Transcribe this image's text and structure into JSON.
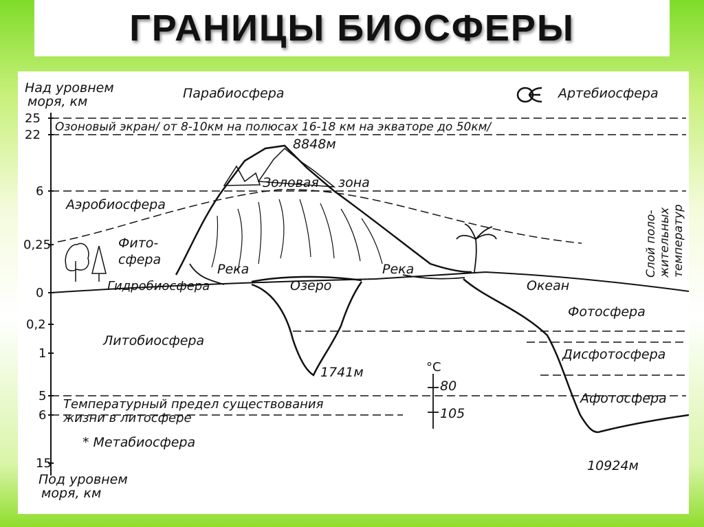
{
  "title": "ГРАНИЦЫ БИОСФЕРЫ",
  "axis": {
    "top_label_line1": "Над уровнем",
    "top_label_line2": "моря, км",
    "bottom_label_line1": "Под уровнем",
    "bottom_label_line2": "моря, км",
    "ticks": {
      "t25": "25",
      "t22": "22",
      "t6": "6",
      "t025": "0,25",
      "t0": "0",
      "t02": "0,2",
      "t1": "1",
      "t5": "5",
      "t6b": "6",
      "t15": "15"
    }
  },
  "labels": {
    "parabiosphere": "Парабиосфера",
    "artebiosphere": "Артебиосфера",
    "ozone": "Озоновый экран/ от 8-10км на полюсах 16-18 км на экваторе до 50км/",
    "everest": "8848м",
    "aeolian_zone1": "Золовая",
    "aeolian_zone2": "зона",
    "aerobiosphere": "Аэробиосфера",
    "phyto1": "Фито-",
    "phyto2": "сфера",
    "river_left": "Река",
    "river_right": "Река",
    "lake": "Озеро",
    "ocean": "Океан",
    "hydrobiosphere": "Гидробиосфера",
    "photosphere": "Фотосфера",
    "disphotosphere": "Дисфотосфера",
    "aphotosphere": "Афотосфера",
    "lithobiosphere": "Литобиосфера",
    "lake_depth": "1741м",
    "ocean_depth": "10924м",
    "temp_limit1": "Температурный предел существования",
    "temp_limit2": "жизни в литосфере",
    "metabiosphere": "* Метабиосфера",
    "celsius": "°С",
    "temp80": "80",
    "temp105": "105",
    "positive_temp1": "Слой поло-",
    "positive_temp2": "жительных",
    "positive_temp3": "температур"
  },
  "colors": {
    "ink": "#111111",
    "frame_bg": "#ffffff",
    "green_bg": "#7fdc2a"
  }
}
